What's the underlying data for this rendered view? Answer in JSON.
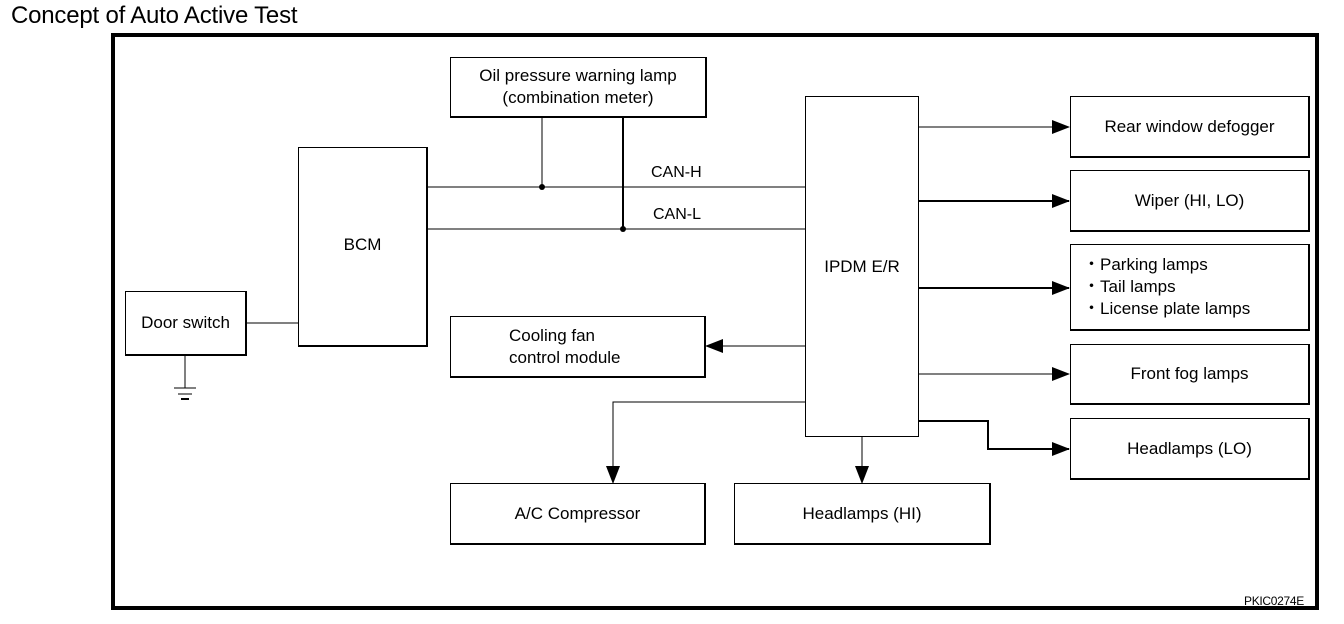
{
  "title": "Concept of Auto Active Test",
  "figure_code": "PKIC0274E",
  "blocks": {
    "door_switch": "Door switch",
    "bcm": "BCM",
    "oil_pressure": [
      "Oil pressure warning lamp",
      "(combination meter)"
    ],
    "ipdm": "IPDM E/R",
    "cooling_fan": [
      "Cooling fan",
      "control module"
    ],
    "ac_compressor": "A/C Compressor",
    "headlamps_hi": "Headlamps (HI)",
    "rear_defogger": "Rear window defogger",
    "wiper": "Wiper (HI, LO)",
    "lamps_list": [
      "・Parking lamps",
      "・Tail lamps",
      "・License plate lamps"
    ],
    "front_fog": "Front fog lamps",
    "headlamps_lo": "Headlamps (LO)"
  },
  "bus_labels": {
    "can_h": "CAN-H",
    "can_l": "CAN-L"
  },
  "connections": [
    {
      "from": "Door switch",
      "to": "BCM"
    },
    {
      "from": "Door switch",
      "to": "ground"
    },
    {
      "from": "BCM",
      "to": "IPDM E/R",
      "via": "CAN-H"
    },
    {
      "from": "BCM",
      "to": "IPDM E/R",
      "via": "CAN-L"
    },
    {
      "from": "Oil pressure warning lamp (combination meter)",
      "to": "CAN-H"
    },
    {
      "from": "Oil pressure warning lamp (combination meter)",
      "to": "CAN-L"
    },
    {
      "from": "IPDM E/R",
      "to": "Rear window defogger"
    },
    {
      "from": "IPDM E/R",
      "to": "Wiper (HI, LO)"
    },
    {
      "from": "IPDM E/R",
      "to": "Parking lamps / Tail lamps / License plate lamps"
    },
    {
      "from": "IPDM E/R",
      "to": "Front fog lamps"
    },
    {
      "from": "IPDM E/R",
      "to": "Headlamps (LO)"
    },
    {
      "from": "IPDM E/R",
      "to": "Cooling fan control module"
    },
    {
      "from": "IPDM E/R",
      "to": "A/C Compressor"
    },
    {
      "from": "IPDM E/R",
      "to": "Headlamps (HI)"
    }
  ]
}
